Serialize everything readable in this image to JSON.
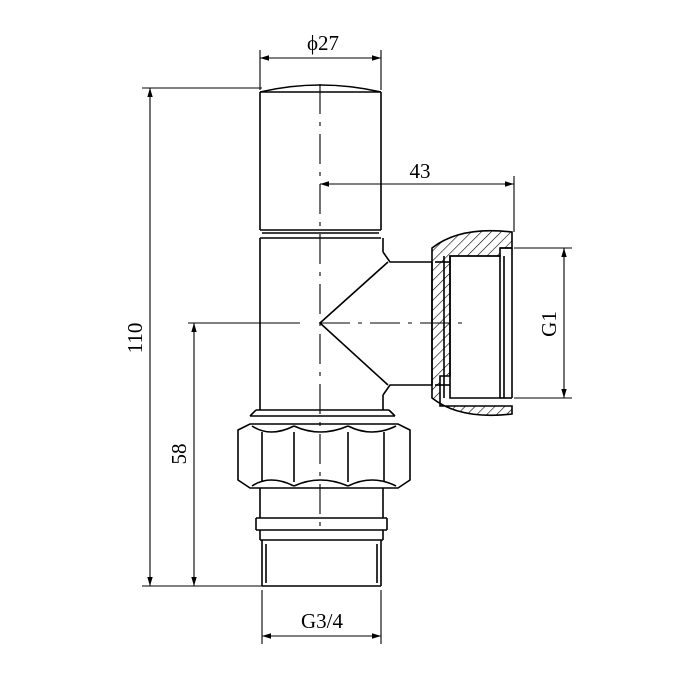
{
  "drawing": {
    "dimensions": {
      "top_diameter": "ϕ27",
      "side_offset": "43",
      "total_height": "110",
      "axis_height": "58",
      "outlet_thread": "G1",
      "inlet_thread": "G3/4"
    },
    "colors": {
      "line": "#000000",
      "background": "#ffffff"
    }
  }
}
